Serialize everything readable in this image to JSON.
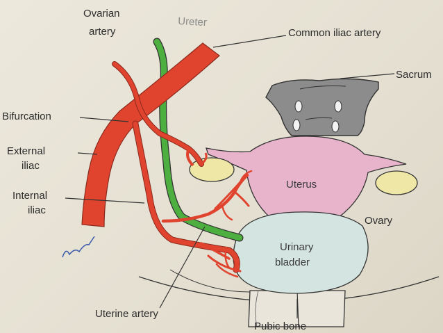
{
  "labels": {
    "ovarian_artery_line1": "Ovarian",
    "ovarian_artery_line2": "artery",
    "ureter": "Ureter",
    "common_iliac_artery": "Common iliac artery",
    "sacrum": "Sacrum",
    "bifurcation": "Bifurcation",
    "external_iliac_line1": "External",
    "external_iliac_line2": "iliac",
    "internal_iliac_line1": "Internal",
    "internal_iliac_line2": "iliac",
    "uterus": "Uterus",
    "ovary": "Ovary",
    "urinary_bladder_line1": "Urinary",
    "urinary_bladder_line2": "bladder",
    "uterine_artery": "Uterine artery",
    "pubic_bone": "Pubic bone"
  },
  "colors": {
    "artery": "#e0432e",
    "ureter": "#4caf3f",
    "uterus": "#e8b4cc",
    "ovary": "#efe7a6",
    "bladder": "#d4e4e0",
    "sacrum": "#8c8c8c",
    "background": "#e7e2d5"
  }
}
